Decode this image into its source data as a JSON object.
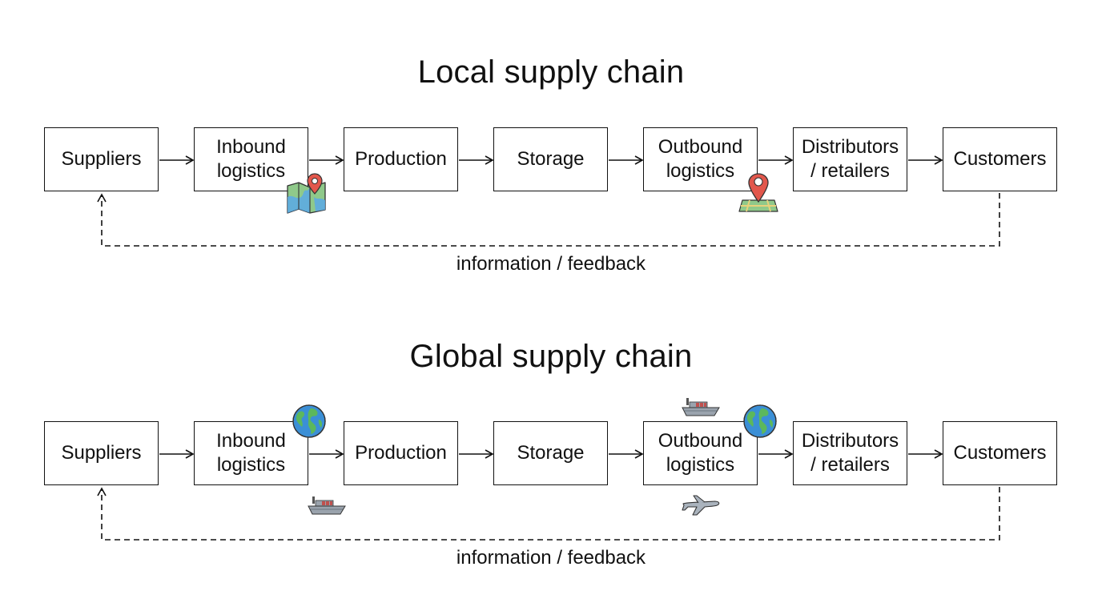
{
  "local": {
    "title": "Local supply chain",
    "steps": [
      {
        "label": "Suppliers"
      },
      {
        "label": "Inbound\nlogistics"
      },
      {
        "label": "Production"
      },
      {
        "label": "Storage"
      },
      {
        "label": "Outbound\nlogistics"
      },
      {
        "label": "Distributors\n/ retailers"
      },
      {
        "label": "Customers"
      }
    ],
    "feedback": "information / feedback"
  },
  "global": {
    "title": "Global supply chain",
    "steps": [
      {
        "label": "Suppliers"
      },
      {
        "label": "Inbound\nlogistics"
      },
      {
        "label": "Production"
      },
      {
        "label": "Storage"
      },
      {
        "label": "Outbound\nlogistics"
      },
      {
        "label": "Distributors\n/ retailers"
      },
      {
        "label": "Customers"
      }
    ],
    "feedback": "information / feedback"
  },
  "icons": {
    "local_inbound": "map-pin-icon",
    "local_outbound": "location-pin-icon",
    "global_inbound": [
      "globe-icon",
      "cargo-ship-icon"
    ],
    "global_outbound": [
      "cargo-ship-icon",
      "globe-icon",
      "airplane-icon"
    ]
  },
  "colors": {
    "line": "#111111",
    "pin": "#e2574c",
    "map_green": "#8fc98a",
    "map_blue": "#5aa9e6",
    "globe_blue": "#3b8fd6",
    "globe_green": "#5cb85c",
    "ship": "#9aa3ad",
    "plane": "#aab3bd"
  }
}
